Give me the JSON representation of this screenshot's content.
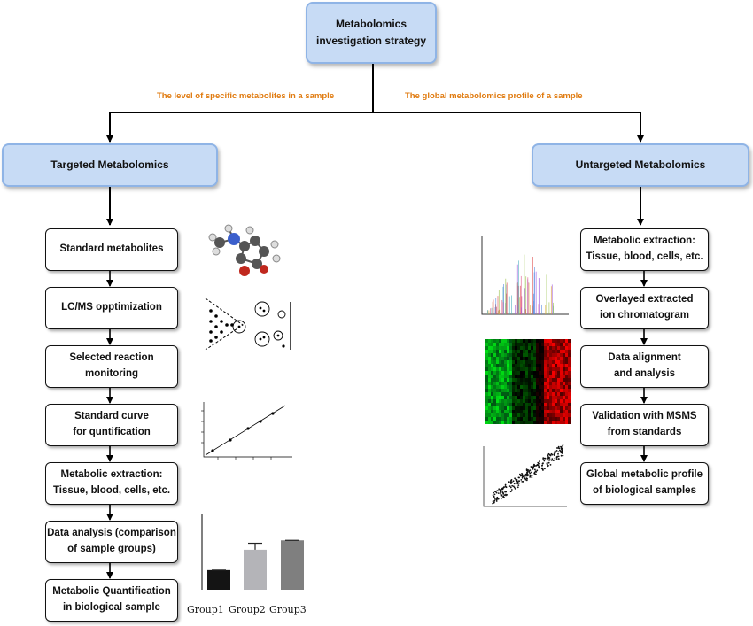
{
  "colors": {
    "accent_orange": "#e07b10",
    "box_blue": "#c7dbf5",
    "box_blue_border": "#8fb4e6"
  },
  "root": {
    "line1": "Metabolomics",
    "line2": "investigation strategy"
  },
  "edges": {
    "left": "The level of specific metabolites in a sample",
    "right": "The global metabolomics profile of a sample"
  },
  "targeted": {
    "title": "Targeted Metabolomics",
    "steps": [
      {
        "line1": "Standard metabolites",
        "line2": ""
      },
      {
        "line1": "LC/MS opptimization",
        "line2": ""
      },
      {
        "line1": "Selected reaction",
        "line2": "monitoring"
      },
      {
        "line1": "Standard curve",
        "line2": "for quntification"
      },
      {
        "line1": "Metabolic extraction:",
        "line2": "Tissue, blood, cells, etc."
      },
      {
        "line1": "Data analysis (comparison",
        "line2": "of sample groups)"
      },
      {
        "line1": "Metabolic Quantification",
        "line2": "in biological sample"
      }
    ]
  },
  "untargeted": {
    "title": "Untargeted Metabolomics",
    "steps": [
      {
        "line1": "Metabolic extraction:",
        "line2": "Tissue, blood, cells, etc."
      },
      {
        "line1": "Overlayed extracted",
        "line2": "ion chromatogram"
      },
      {
        "line1": "Data alignment",
        "line2": "and analysis"
      },
      {
        "line1": "Validation with MSMS",
        "line2": "from standards"
      },
      {
        "line1": "Global metabolic profile",
        "line2": "of biological samples"
      }
    ]
  },
  "figures": {
    "molecule": "molecule-illustration",
    "lcms": "lc-ms-ionization-illustration",
    "standard_curve": "standard-curve-plot",
    "chromatogram": "overlayed-chromatogram",
    "heatmap": "expression-heatmap",
    "scatter": "correlation-scatter-plot",
    "bar_chart": {
      "categories": [
        "Group1",
        "Group2",
        "Group3"
      ],
      "values": [
        0.27,
        0.55,
        0.68
      ],
      "errors": [
        0.0,
        0.09,
        0.0
      ],
      "colors": [
        "#141414",
        "#b4b4b8",
        "#7f7f7f"
      ]
    }
  }
}
